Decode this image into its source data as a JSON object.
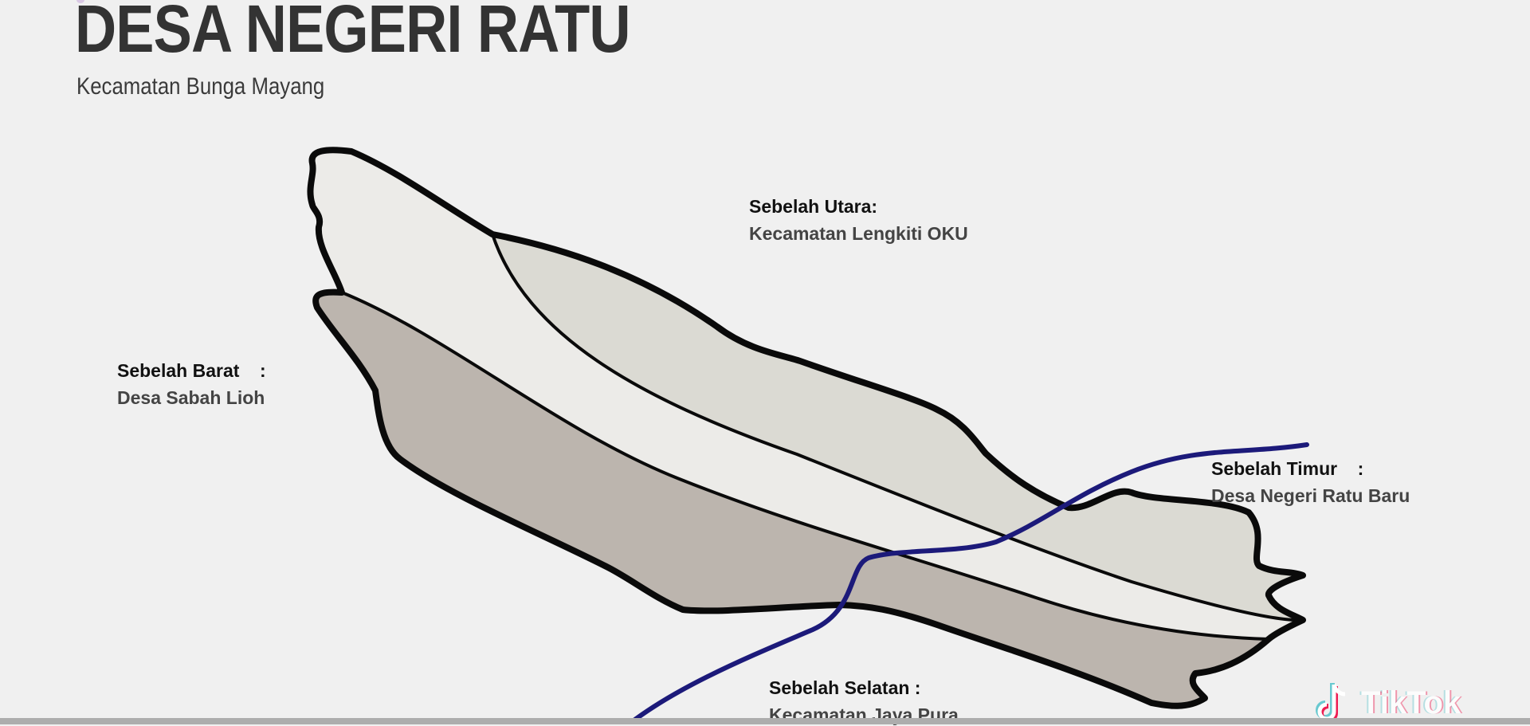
{
  "header": {
    "title": "DESA NEGERI RATU",
    "subtitle": "Kecamatan Bunga Mayang"
  },
  "boundaries": {
    "north": {
      "heading": "Sebelah Utara:",
      "value": "Kecamatan Lengkiti OKU"
    },
    "west": {
      "heading": "Sebelah Barat    :",
      "value": "Desa Sabah Lioh"
    },
    "east": {
      "heading": "Sebelah Timur    :",
      "value": "Desa Negeri Ratu Baru"
    },
    "south": {
      "heading": "Sebelah Selatan :",
      "value": "Kecamatan Jaya Pura"
    }
  },
  "map": {
    "regions": [
      {
        "name": "north-zone",
        "color": "#dbdad3"
      },
      {
        "name": "middle-zone",
        "color": "#ecebe8"
      },
      {
        "name": "south-zone",
        "color": "#bcb5ae"
      }
    ],
    "outline_color": "#0a0a0a",
    "river_color": "#1c1a7a",
    "background": "#f0f0f0"
  },
  "watermark": {
    "icon": "tiktok-icon",
    "text": "TikTok"
  }
}
